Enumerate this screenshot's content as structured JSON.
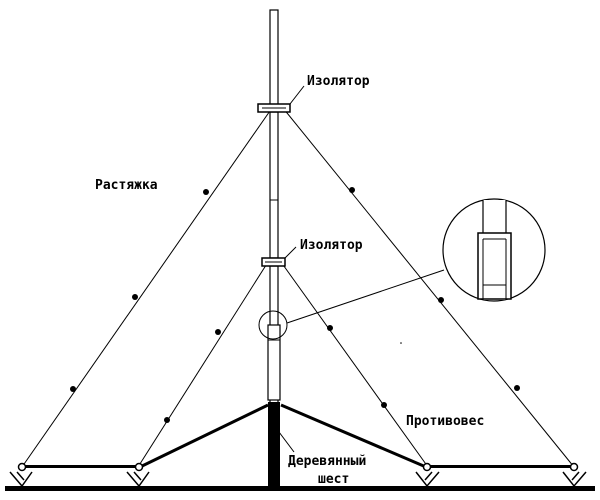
{
  "labels": {
    "insulator_top": "Изолятор",
    "insulator_mid": "Изолятор",
    "guy_wire": "Растяжка",
    "counterpoise": "Противовес",
    "wooden_pole_line1": "Деревянный",
    "wooden_pole_line2": "шест"
  },
  "colors": {
    "line": "#000000",
    "background": "#ffffff"
  }
}
